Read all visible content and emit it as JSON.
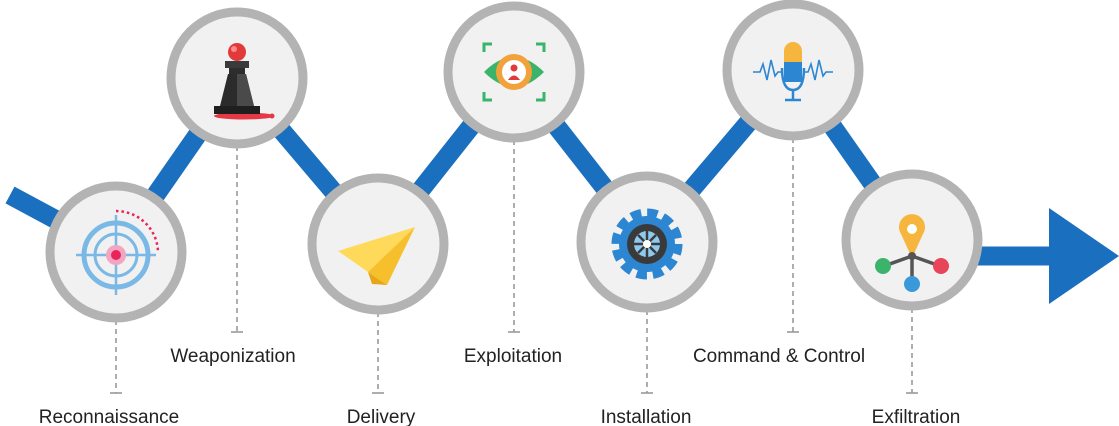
{
  "colors": {
    "path": "#1a6fbf",
    "ring": "#b3b3b3",
    "disc": "#f1f1f1",
    "leader": "#9a9a9a",
    "text": "#222222"
  },
  "stages": [
    {
      "label": "Reconnaissance",
      "icon": "target-icon"
    },
    {
      "label": "Weaponization",
      "icon": "chess-pawn-icon"
    },
    {
      "label": "Delivery",
      "icon": "paper-plane-icon"
    },
    {
      "label": "Exploitation",
      "icon": "eye-scan-icon"
    },
    {
      "label": "Installation",
      "icon": "gear-icon"
    },
    {
      "label": "Command & Control",
      "icon": "microphone-icon"
    },
    {
      "label": "Exfiltration",
      "icon": "network-pin-icon"
    }
  ]
}
